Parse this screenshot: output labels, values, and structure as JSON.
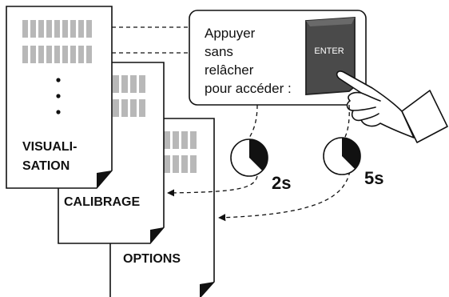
{
  "pages": {
    "visualisation": {
      "label_line1": "VISUALI-",
      "label_line2": "SATION"
    },
    "calibrage": {
      "label": "CALIBRAGE"
    },
    "options": {
      "label": "OPTIONS"
    }
  },
  "callout": {
    "line1": "Appuyer",
    "line2": "sans",
    "line3": "relâcher",
    "line4": "pour accéder :"
  },
  "enter_key": {
    "label": "ENTER"
  },
  "timers": [
    {
      "label": "2s",
      "fraction": 0.375
    },
    {
      "label": "5s",
      "fraction": 0.375
    }
  ],
  "colors": {
    "ink": "#111111",
    "grid_placeholder": "#b8b8b8",
    "key_body": "#4a4a4a",
    "key_edge": "#222222"
  },
  "icons": [
    "hand-pointer-icon",
    "stopwatch-icon"
  ]
}
